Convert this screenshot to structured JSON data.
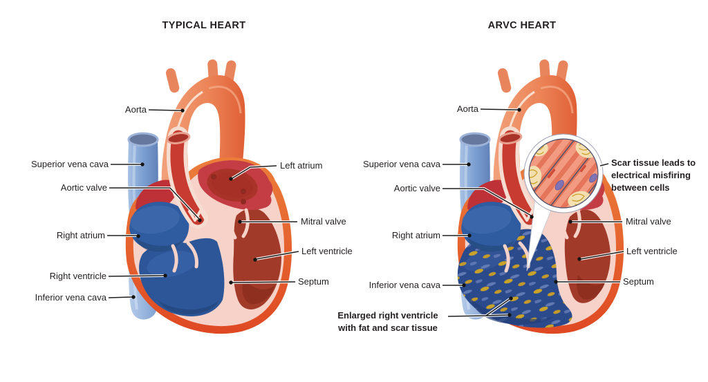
{
  "figure": {
    "left_panel": {
      "title": "TYPICAL HEART",
      "labels": {
        "aorta": "Aorta",
        "superior_vena_cava": "Superior vena cava",
        "aortic_valve": "Aortic valve",
        "right_atrium": "Right atrium",
        "right_ventricle": "Right ventricle",
        "inferior_vena_cava": "Inferior vena cava",
        "left_atrium": "Left atrium",
        "mitral_valve": "Mitral valve",
        "left_ventricle": "Left ventricle",
        "septum": "Septum"
      }
    },
    "right_panel": {
      "title": "ARVC HEART",
      "labels": {
        "aorta": "Aorta",
        "superior_vena_cava": "Superior vena cava",
        "aortic_valve": "Aortic valve",
        "right_atrium": "Right atrium",
        "inferior_vena_cava": "Inferior vena cava",
        "enlarged_right_ventricle": "Enlarged right ventricle with fat and scar tissue",
        "scar_tissue_note": "Scar tissue leads to electrical misfiring between cells",
        "mitral_valve": "Mitral valve",
        "left_ventricle": "Left ventricle",
        "septum": "Septum"
      }
    },
    "colors": {
      "background": "#FFFFFF",
      "text": "#231F20",
      "aorta_salmon": "#EE8F68",
      "vein_blue": "#7B9DD1",
      "chamber_blue": "#2C5697",
      "arvc_ventricle_navy": "#2B4A8C",
      "atrium_red": "#C43C44",
      "ventricle_red": "#A23A2A",
      "myocardium_pink": "#F7D2C9",
      "heart_rim_orange": "#E2582B",
      "fat_gold": "#C9A22A"
    }
  }
}
